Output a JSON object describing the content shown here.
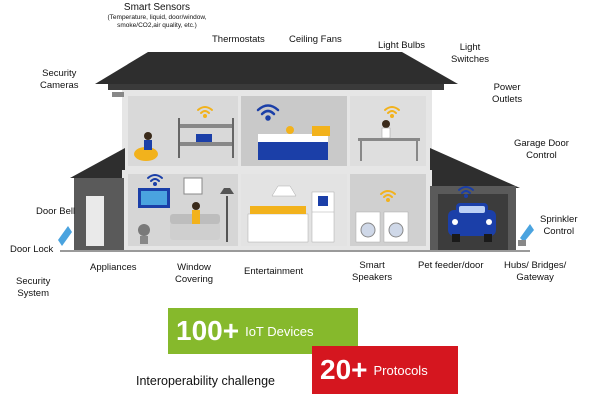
{
  "labels": {
    "smart_sensors": "Smart Sensors",
    "smart_sensors_detail_1": "(Temperature, liquid, door/window,",
    "smart_sensors_detail_2": "smoke/CO2,air quality, etc.)",
    "thermostats": "Thermostats",
    "ceiling_fans": "Ceiling Fans",
    "light_bulbs": "Light Bulbs",
    "light_switches_1": "Light",
    "light_switches_2": "Switches",
    "power_outlets_1": "Power",
    "power_outlets_2": "Outlets",
    "security_cameras_1": "Security",
    "security_cameras_2": "Cameras",
    "garage_door_control_1": "Garage Door",
    "garage_door_control_2": "Control",
    "door_bell": "Door Bell",
    "door_lock": "Door Lock",
    "sprinkler_control_1": "Sprinkler",
    "sprinkler_control_2": "Control",
    "security_system_1": "Security",
    "security_system_2": "System",
    "appliances": "Appliances",
    "window_covering_1": "Window",
    "window_covering_2": "Covering",
    "entertainment": "Entertainment",
    "smart_speakers_1": "Smart",
    "smart_speakers_2": "Speakers",
    "pet_feeder": "Pet feeder/door",
    "hubs_1": "Hubs/ Bridges/",
    "hubs_2": "Gateway"
  },
  "badges": {
    "iot_devices_count": "100+",
    "iot_devices_label": "IoT Devices",
    "protocols_count": "20+",
    "protocols_label": "Protocols"
  },
  "challenge_text": "Interoperability challenge",
  "colors": {
    "roof": "#2e2e2e",
    "wall_dark": "#4a4a4a",
    "room_light": "#d9d9d9",
    "room_mid": "#b8b8b8",
    "accent_blue": "#1b3fa8",
    "accent_yellow": "#f2b21c",
    "green_badge": "#86b92c",
    "red_badge": "#d5161f"
  },
  "icons": [
    "wifi-icon",
    "car-icon",
    "tv-icon",
    "person-icon",
    "lamp-icon",
    "washer-icon",
    "plant-icon",
    "fridge-icon"
  ]
}
